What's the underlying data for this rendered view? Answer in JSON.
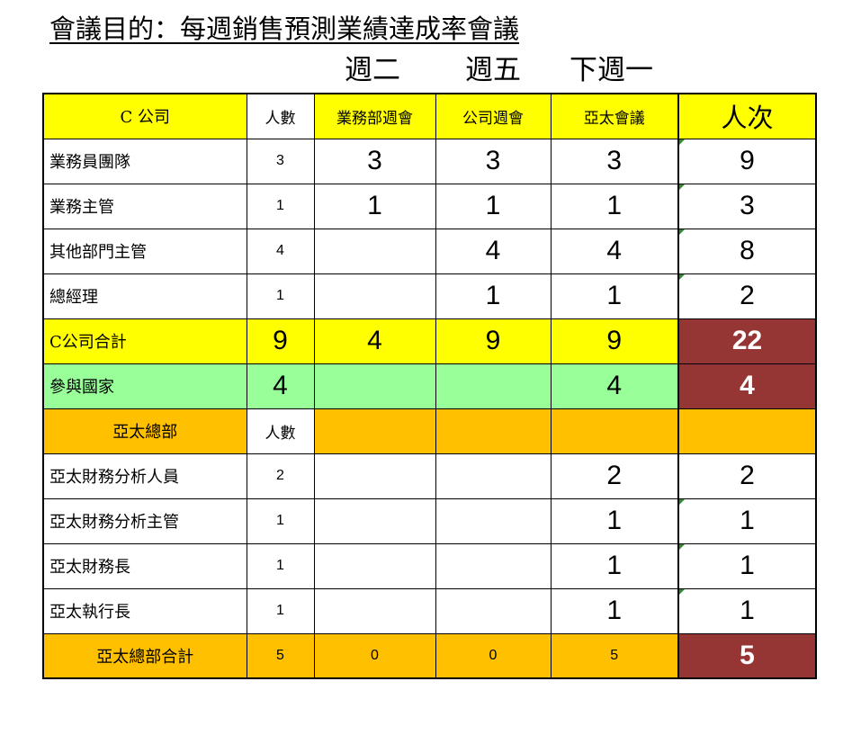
{
  "title": "會議目的：每週銷售預測業績達成率會議",
  "days": [
    "週二",
    "週五",
    "下週一"
  ],
  "company_header": {
    "company": "C 公司",
    "headcount": "人數",
    "meetings": [
      "業務部週會",
      "公司週會",
      "亞太會議"
    ],
    "total": "人次"
  },
  "company_rows": [
    {
      "label": "業務員團隊",
      "count": "3",
      "values": [
        "3",
        "3",
        "3"
      ],
      "total": "9"
    },
    {
      "label": "業務主管",
      "count": "1",
      "values": [
        "1",
        "1",
        "1"
      ],
      "total": "3"
    },
    {
      "label": "其他部門主管",
      "count": "4",
      "values": [
        "",
        "4",
        "4"
      ],
      "total": "8"
    },
    {
      "label": "總經理",
      "count": "1",
      "values": [
        "",
        "1",
        "1"
      ],
      "total": "2"
    }
  ],
  "company_total": {
    "label": "C公司合計",
    "count": "9",
    "values": [
      "4",
      "9",
      "9"
    ],
    "total": "22"
  },
  "countries": {
    "label": "參與國家",
    "count": "4",
    "values": [
      "",
      "",
      "4"
    ],
    "total": "4"
  },
  "apac_header": {
    "label": "亞太總部",
    "headcount": "人數"
  },
  "apac_rows": [
    {
      "label": "亞太財務分析人員",
      "count": "2",
      "values": [
        "",
        "",
        "2"
      ],
      "total": "2"
    },
    {
      "label": "亞太財務分析主管",
      "count": "1",
      "values": [
        "",
        "",
        "1"
      ],
      "total": "1"
    },
    {
      "label": "亞太財務長",
      "count": "1",
      "values": [
        "",
        "",
        "1"
      ],
      "total": "1"
    },
    {
      "label": "亞太執行長",
      "count": "1",
      "values": [
        "",
        "",
        "1"
      ],
      "total": "1"
    }
  ],
  "apac_total": {
    "label": "亞太總部合計",
    "count": "5",
    "values": [
      "0",
      "0",
      "5"
    ],
    "total": "5"
  },
  "colors": {
    "yellow": "#ffff00",
    "green": "#99ff99",
    "orange": "#ffc000",
    "maroon": "#963634"
  }
}
